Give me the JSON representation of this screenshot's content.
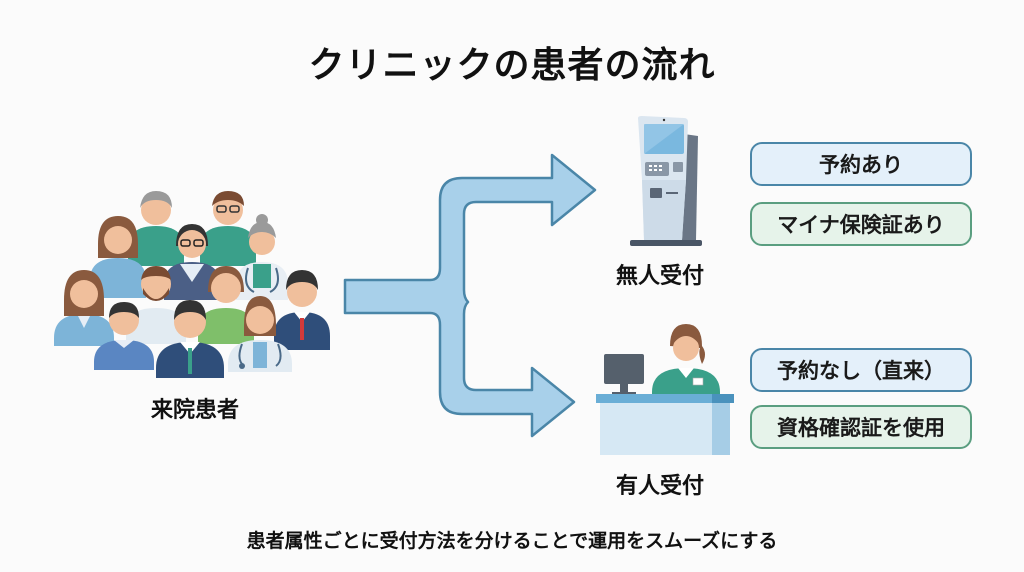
{
  "title": "クリニックの患者の流れ",
  "patients": {
    "label": "来院患者",
    "icon": "patient-group-icon"
  },
  "flow_arrow": {
    "icon": "branching-arrow-icon",
    "fill": "#a8d0ea",
    "stroke": "#4a86a8"
  },
  "branches": [
    {
      "label": "無人受付",
      "icon": "self-service-kiosk-icon",
      "conditions": [
        {
          "text": "予約あり",
          "style": "blue"
        },
        {
          "text": "マイナ保険証あり",
          "style": "green"
        }
      ]
    },
    {
      "label": "有人受付",
      "icon": "reception-desk-staff-icon",
      "conditions": [
        {
          "text": "予約なし（直来）",
          "style": "blue"
        },
        {
          "text": "資格確認証を使用",
          "style": "green"
        }
      ]
    }
  ],
  "colors": {
    "blue_pill_bg": "#e4f0fa",
    "blue_pill_border": "#4a86a8",
    "green_pill_bg": "#e6f3ea",
    "green_pill_border": "#5a9e80"
  },
  "footer": "患者属性ごとに受付方法を分けることで運用をスムーズにする"
}
